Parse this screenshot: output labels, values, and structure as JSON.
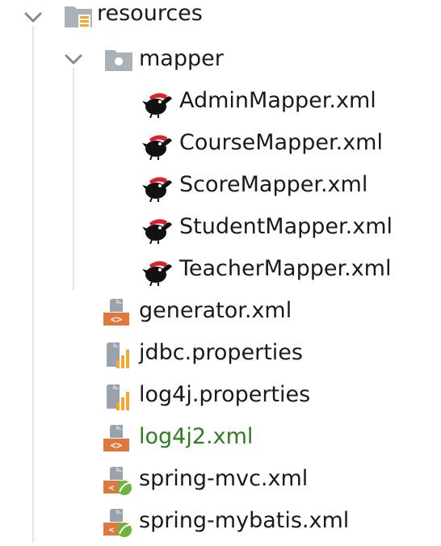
{
  "tree": {
    "items": [
      {
        "label": "resources",
        "icon": "resources-folder-icon",
        "expanded": true
      },
      {
        "label": "mapper",
        "icon": "folder-icon",
        "expanded": true
      },
      {
        "label": "AdminMapper.xml",
        "icon": "mybatis-mapper-icon"
      },
      {
        "label": "CourseMapper.xml",
        "icon": "mybatis-mapper-icon"
      },
      {
        "label": "ScoreMapper.xml",
        "icon": "mybatis-mapper-icon"
      },
      {
        "label": "StudentMapper.xml",
        "icon": "mybatis-mapper-icon"
      },
      {
        "label": "TeacherMapper.xml",
        "icon": "mybatis-mapper-icon"
      },
      {
        "label": "generator.xml",
        "icon": "xml-file-icon"
      },
      {
        "label": "jdbc.properties",
        "icon": "properties-file-icon"
      },
      {
        "label": "log4j.properties",
        "icon": "properties-file-icon"
      },
      {
        "label": "log4j2.xml",
        "icon": "xml-file-icon",
        "color": "#2e7d1e"
      },
      {
        "label": "spring-mvc.xml",
        "icon": "spring-xml-icon"
      },
      {
        "label": "spring-mybatis.xml",
        "icon": "spring-xml-icon"
      }
    ]
  }
}
